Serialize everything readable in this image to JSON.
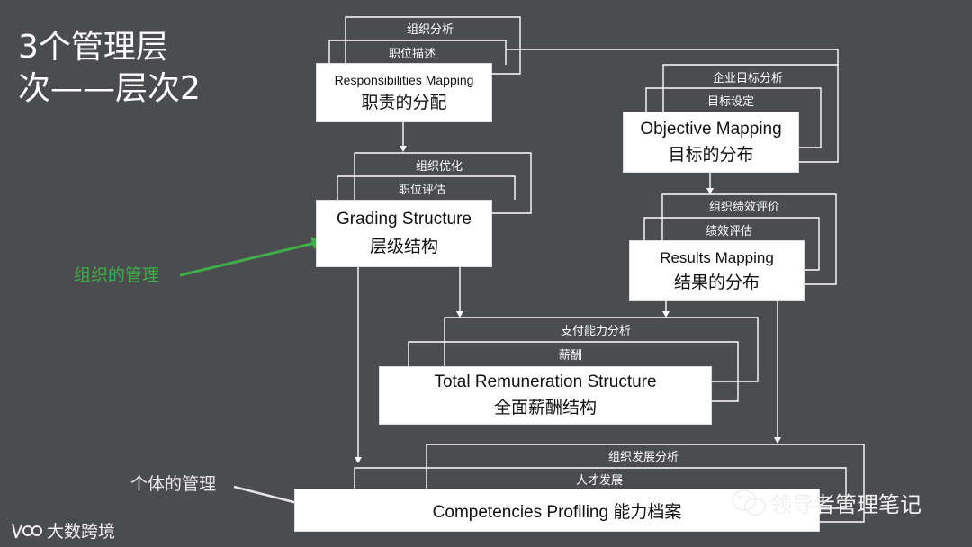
{
  "title": {
    "line1": "3个管理层",
    "line2": "次——层次2"
  },
  "cards": {
    "responsibilities": {
      "en": "Responsibilities Mapping",
      "cn": "职责的分配",
      "layer1": "职位描述",
      "layer2": "组织分析"
    },
    "objective": {
      "en": "Objective Mapping",
      "cn": "目标的分布",
      "layer1": "目标设定",
      "layer2": "企业目标分析"
    },
    "grading": {
      "en": "Grading Structure",
      "cn": "层级结构",
      "layer1": "职位评估",
      "layer2": "组织优化"
    },
    "results": {
      "en": "Results Mapping",
      "cn": "结果的分布",
      "layer1": "绩效评估",
      "layer2": "组织绩效评价"
    },
    "remuneration": {
      "en": "Total Remuneration Structure",
      "cn": "全面薪酬结构",
      "layer1": "薪酬",
      "layer2": "支付能力分析"
    },
    "competencies": {
      "text": "Competencies Profiling 能力档案",
      "layer1": "人才发展",
      "layer2": "组织发展分析"
    }
  },
  "annotations": {
    "org_mgmt": "组织的管理",
    "indiv_mgmt": "个体的管理"
  },
  "watermarks": {
    "right": "领导者管理笔记",
    "left": "大数跨境"
  },
  "colors": {
    "background": "#4a4c4f",
    "line": "#ffffff",
    "green": "#3fae49",
    "card": "#ffffff"
  }
}
